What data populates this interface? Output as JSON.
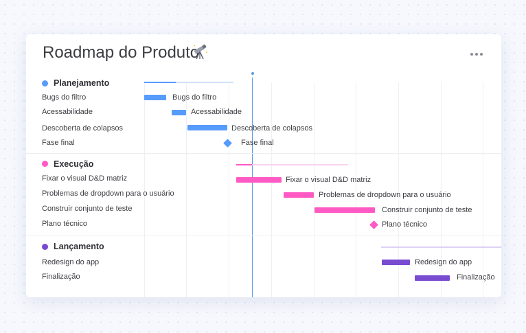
{
  "title": "Roadmap do Produto",
  "icons": {
    "title_icon": "telescope-icon",
    "menu": "more-horizontal-icon"
  },
  "colors": {
    "planejamento": "#579bfc",
    "planejamento_light": "#cfe1fd",
    "execucao": "#ff5ac4",
    "execucao_light": "#fbd2ee",
    "lancamento": "#784bd1",
    "lancamento_light": "#ddd1f3",
    "today_line": "#5b9ae6"
  },
  "groups": [
    {
      "name": "Planejamento",
      "items": [
        {
          "name": "Bugs do filtro",
          "bar_label": "Bugs do filtro"
        },
        {
          "name": "Acessabilidade",
          "bar_label": "Acessabilidade"
        },
        {
          "name": "Descoberta de colapsos",
          "bar_label": "Descoberta de colapsos"
        },
        {
          "name": "Fase final",
          "bar_label": "Fase final"
        }
      ]
    },
    {
      "name": "Execução",
      "items": [
        {
          "name": "Fixar o visual D&D matriz",
          "bar_label": "Fixar o visual D&D matriz"
        },
        {
          "name": "Problemas de dropdown para o usuário",
          "bar_label": "Problemas de dropdown para o usuário"
        },
        {
          "name": "Construir conjunto de teste",
          "bar_label": "Construir conjunto de teste"
        },
        {
          "name": "Plano técnico",
          "bar_label": "Plano técnico"
        }
      ]
    },
    {
      "name": "Lançamento",
      "items": [
        {
          "name": "Redesign do app",
          "bar_label": "Redesign do app"
        },
        {
          "name": "Finalização",
          "bar_label": "Finalização"
        }
      ]
    }
  ]
}
